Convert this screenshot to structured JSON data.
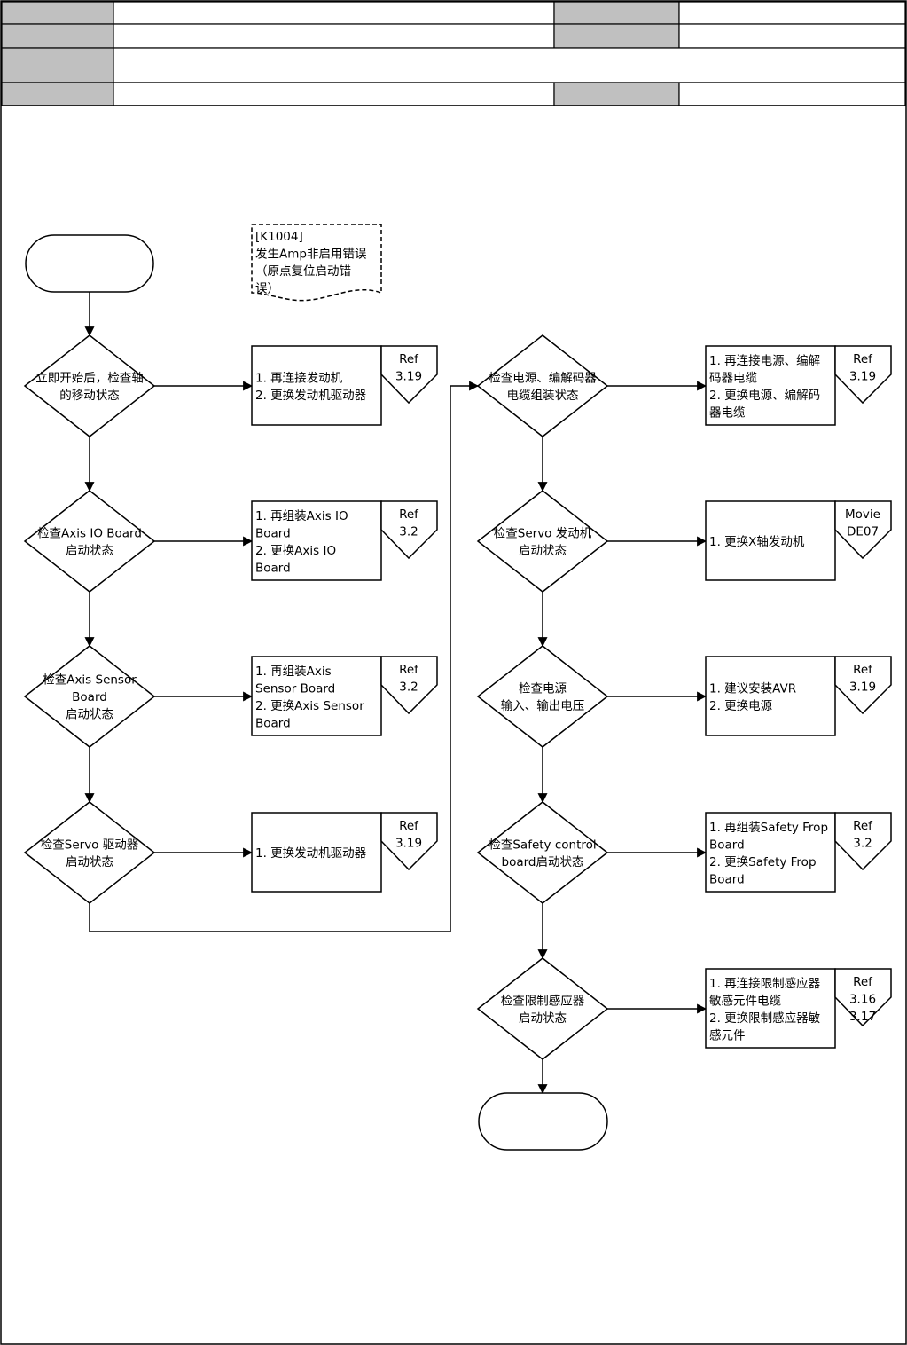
{
  "header": {
    "rows": [
      {
        "label": "",
        "value": "",
        "label2": "",
        "value2": ""
      },
      {
        "label": "",
        "value": "",
        "label2": "",
        "value2": ""
      },
      {
        "label": "",
        "value": ""
      },
      {
        "label": "",
        "value": "",
        "label2": "",
        "value2": ""
      }
    ]
  },
  "flowchart": {
    "start_label": "",
    "end_label": "",
    "note": [
      "[K1004]",
      "发生Amp非启用错误",
      "（原点复位启动错",
      "误）"
    ],
    "left_column": [
      {
        "decision": [
          "立即开始后，检查轴",
          "的移动状态"
        ],
        "action": [
          "1. 再连接发动机",
          "2. 更换发动机驱动器"
        ],
        "ref": [
          "Ref",
          "3.19"
        ]
      },
      {
        "decision": [
          "检查Axis IO Board",
          "启动状态"
        ],
        "action": [
          "1. 再组装Axis IO",
          "Board",
          "2. 更换Axis IO",
          "Board"
        ],
        "ref": [
          "Ref",
          "3.2"
        ]
      },
      {
        "decision": [
          "检查Axis Sensor",
          "Board",
          "启动状态"
        ],
        "action": [
          "1. 再组装Axis",
          "Sensor Board",
          "2. 更换Axis Sensor",
          "Board"
        ],
        "ref": [
          "Ref",
          "3.2"
        ]
      },
      {
        "decision": [
          "检查Servo 驱动器",
          "启动状态"
        ],
        "action": [
          "1. 更换发动机驱动器"
        ],
        "ref": [
          "Ref",
          "3.19"
        ]
      }
    ],
    "right_column": [
      {
        "decision": [
          "检查电源、编解码器",
          "电缆组装状态"
        ],
        "action": [
          "1. 再连接电源、编解",
          "码器电缆",
          "2. 更换电源、编解码",
          "器电缆"
        ],
        "ref": [
          "Ref",
          "3.19"
        ]
      },
      {
        "decision": [
          "检查Servo 发动机",
          "启动状态"
        ],
        "action": [
          "1. 更换X轴发动机"
        ],
        "ref": [
          "Movie",
          "DE07"
        ]
      },
      {
        "decision": [
          "检查电源",
          "输入、输出电压"
        ],
        "action": [
          "1. 建议安装AVR",
          "2. 更换电源"
        ],
        "ref": [
          "Ref",
          "3.19"
        ]
      },
      {
        "decision": [
          "检查Safety control",
          "board启动状态"
        ],
        "action": [
          "1. 再组装Safety Frop",
          "Board",
          "2. 更换Safety Frop",
          "Board"
        ],
        "ref": [
          "Ref",
          "3.2"
        ]
      },
      {
        "decision": [
          "检查限制感应器",
          "启动状态"
        ],
        "action": [
          "1. 再连接限制感应器",
          "敏感元件电缆",
          "2. 更换限制感应器敏",
          "感元件"
        ],
        "ref": [
          "Ref",
          "3.16",
          "3.17"
        ]
      }
    ]
  }
}
